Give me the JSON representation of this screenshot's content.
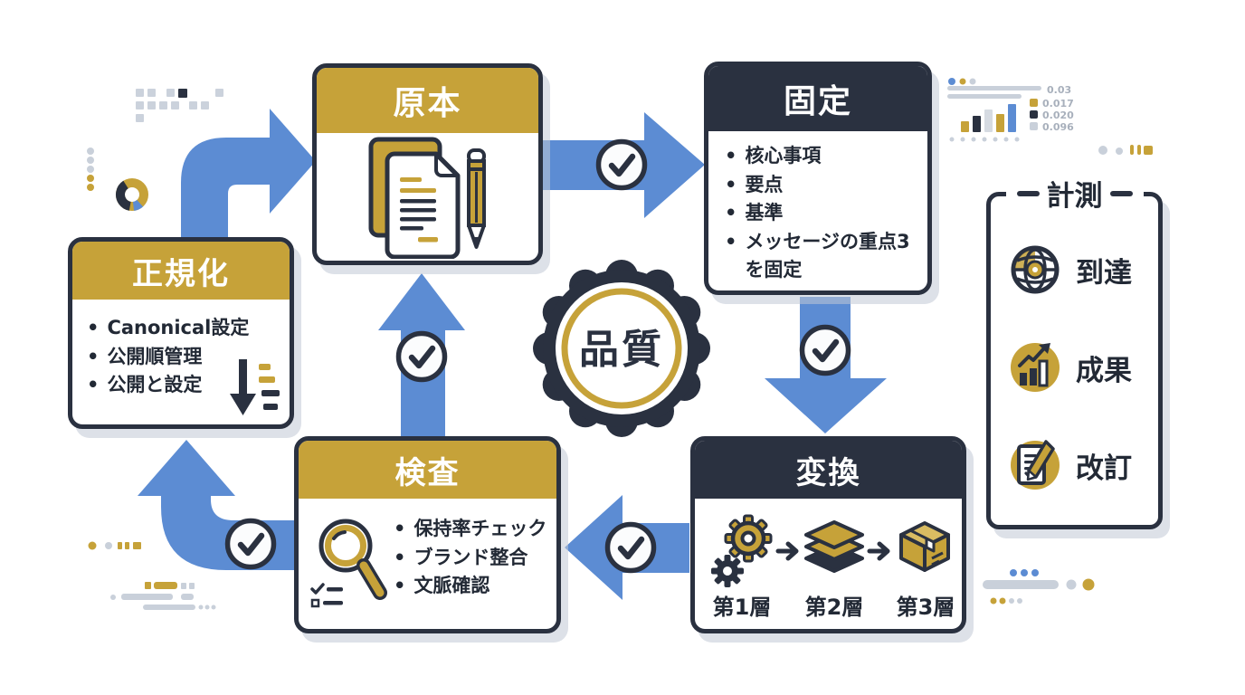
{
  "nodes": {
    "original": {
      "title": "原本"
    },
    "fixed": {
      "title": "固定",
      "items": [
        "核心事項",
        "要点",
        "基準",
        "メッセージの重点3を固定"
      ]
    },
    "normalize": {
      "title": "正規化",
      "items": [
        "Canonical設定",
        "公開順管理",
        "公開と設定"
      ]
    },
    "inspect": {
      "title": "検査",
      "items": [
        "保持率チェック",
        "ブランド整合",
        "文脈確認"
      ]
    },
    "convert": {
      "title": "変換",
      "layers": [
        "第1層",
        "第2層",
        "第3層"
      ]
    },
    "measure": {
      "title": "計測",
      "items": [
        "到達",
        "成果",
        "改訂"
      ]
    }
  },
  "badge": {
    "label": "品質"
  },
  "mini_chart": {
    "legend_values": [
      "0.03",
      "0.017",
      "0.020",
      "0.096"
    ]
  },
  "colors": {
    "gold": "#C6A239",
    "navy": "#2A3140",
    "blue": "#5C8CD3"
  }
}
